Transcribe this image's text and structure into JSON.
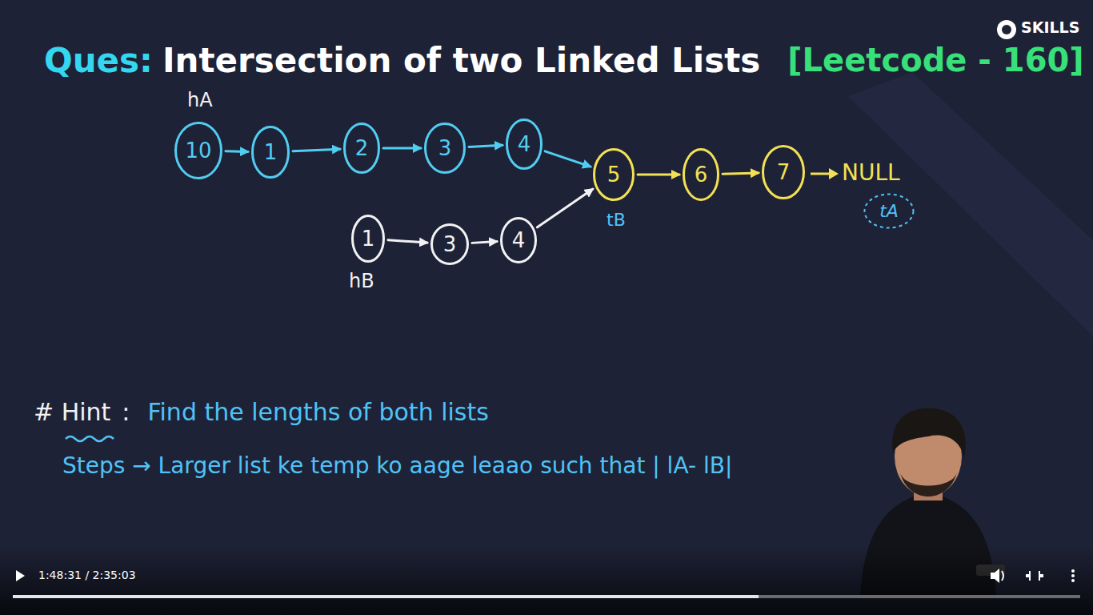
{
  "diagram": {
    "title": "Intersection of two Linked Lists",
    "nodes": [
      {
        "text": [
          "10"
        ]
      },
      {
        "text": [
          "1"
        ]
      },
      {
        "text": [
          "2"
        ]
      },
      {
        "text": [
          "3"
        ]
      },
      {
        "text": [
          "4"
        ]
      },
      {
        "text": [
          "5"
        ]
      },
      {
        "text": [
          "6"
        ]
      },
      {
        "text": [
          "7"
        ]
      },
      {
        "text": [
          "tA"
        ]
      },
      {
        "text": [
          "1"
        ]
      },
      {
        "text": [
          "3"
        ]
      },
      {
        "text": [
          "4"
        ]
      }
    ],
    "edges": [
      {
        "from": 0,
        "to": 1,
        "arrow": "to"
      },
      {
        "from": 1,
        "to": 2,
        "arrow": "to"
      },
      {
        "from": 2,
        "to": 3,
        "arrow": "to"
      },
      {
        "from": 3,
        "to": 4,
        "arrow": "to"
      },
      {
        "from": 4,
        "to": 5,
        "arrow": "to"
      },
      {
        "from": 5,
        "to": 6,
        "arrow": "to"
      },
      {
        "from": 6,
        "to": 7,
        "arrow": "to"
      },
      {
        "from": 9,
        "to": 10,
        "arrow": "to"
      },
      {
        "from": 10,
        "to": 11,
        "arrow": "to"
      },
      {
        "from": 11,
        "to": 5,
        "arrow": "to"
      }
    ],
    "labels": [
      "Ques:",
      "[Leetcode - 160]",
      "hA",
      "hB",
      "tB",
      "NULL",
      "# Hint",
      ":",
      "Find the lengths of both lists",
      "Steps → Larger list ke temp ko aage leaao such that | lA- lB|",
      "SKILLS",
      "1:48:31 / 2:35:03"
    ]
  }
}
